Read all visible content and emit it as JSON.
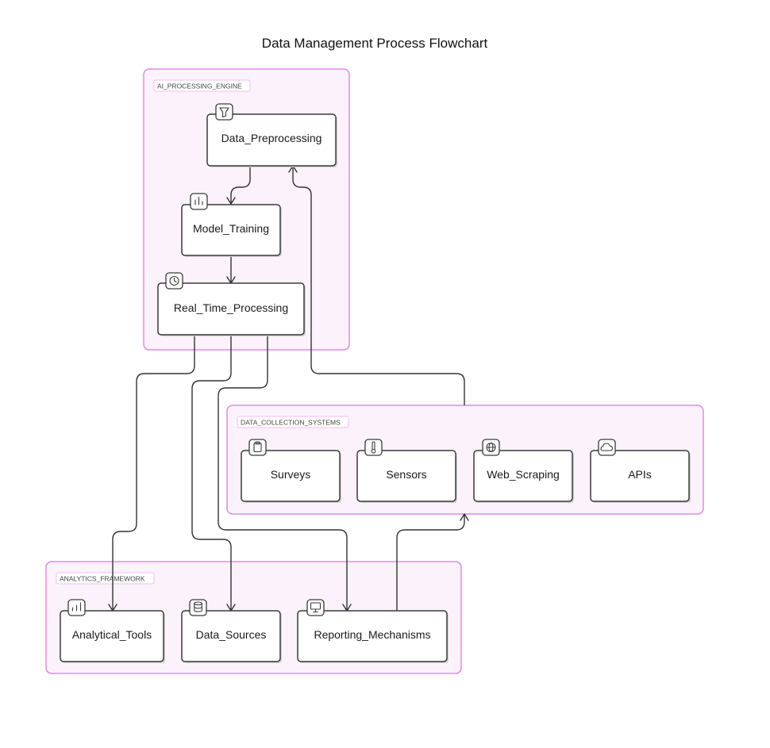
{
  "diagram": {
    "title": "Data Management Process Flowchart",
    "colors": {
      "group_fill": "#fbf2fb",
      "group_stroke": "#de8ce3",
      "node_stroke": "#3a3a3a",
      "edge": "#333333"
    },
    "groups": [
      {
        "id": "ai",
        "label": "AI_PROCESSING_ENGINE"
      },
      {
        "id": "dcs",
        "label": "DATA_COLLECTION_SYSTEMS"
      },
      {
        "id": "af",
        "label": "ANALYTICS_FRAMEWORK"
      }
    ],
    "nodes": [
      {
        "id": "pre",
        "label": "Data_Preprocessing",
        "icon": "filter-icon"
      },
      {
        "id": "train",
        "label": "Model_Training",
        "icon": "bar-chart-icon"
      },
      {
        "id": "rtp",
        "label": "Real_Time_Processing",
        "icon": "clock-icon"
      },
      {
        "id": "surveys",
        "label": "Surveys",
        "icon": "clipboard-icon"
      },
      {
        "id": "sensors",
        "label": "Sensors",
        "icon": "thermometer-icon"
      },
      {
        "id": "web",
        "label": "Web_Scraping",
        "icon": "globe-icon"
      },
      {
        "id": "apis",
        "label": "APIs",
        "icon": "cloud-icon"
      },
      {
        "id": "tools",
        "label": "Analytical_Tools",
        "icon": "chart-icon"
      },
      {
        "id": "sources",
        "label": "Data_Sources",
        "icon": "database-icon"
      },
      {
        "id": "report",
        "label": "Reporting_Mechanisms",
        "icon": "monitor-icon"
      }
    ],
    "edges": [
      {
        "from": "pre",
        "to": "train"
      },
      {
        "from": "train",
        "to": "rtp"
      },
      {
        "from": "rtp",
        "to": "tools"
      },
      {
        "from": "rtp",
        "to": "sources"
      },
      {
        "from": "rtp",
        "to": "report"
      },
      {
        "from": "dcs",
        "to": "pre"
      },
      {
        "from": "report",
        "to": "dcs"
      }
    ]
  }
}
